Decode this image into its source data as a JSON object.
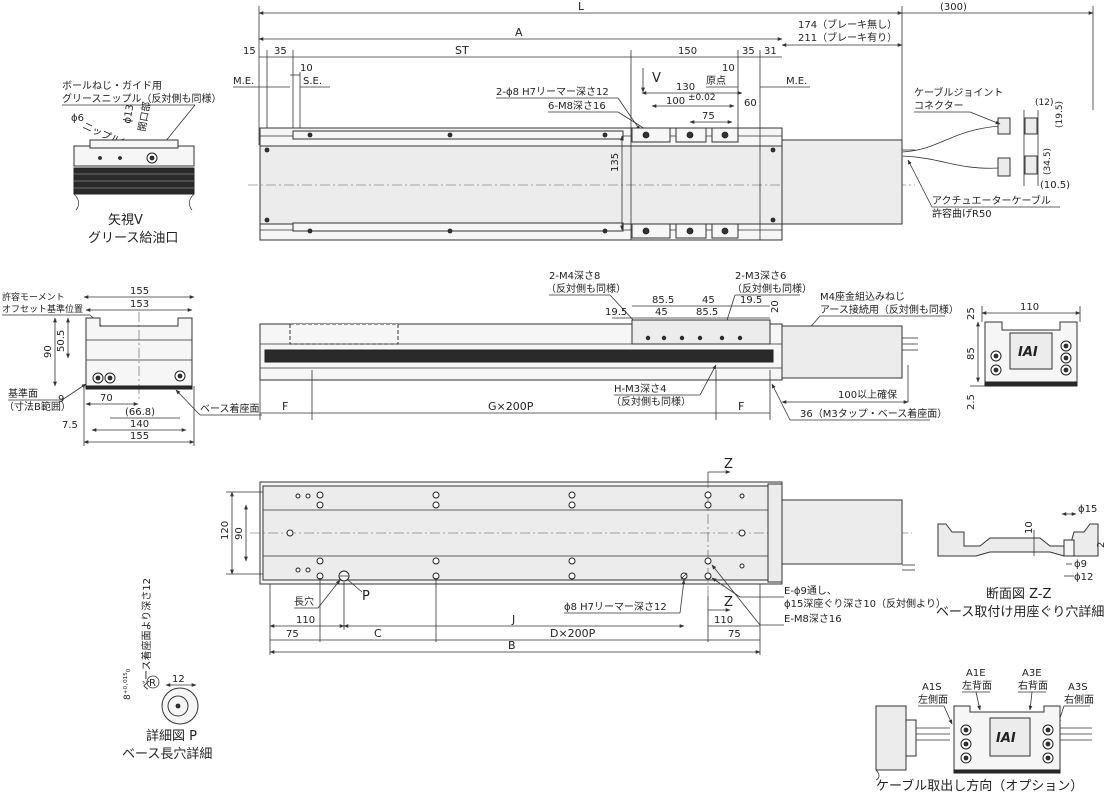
{
  "dims_top": {
    "L": "L",
    "A": "A",
    "ST": "ST",
    "d15": "15",
    "d35a": "35",
    "d10a": "10",
    "d150": "150",
    "d35b": "35",
    "d31": "31",
    "d10b": "10",
    "d130": "130",
    "d100": "100",
    "d100_tol": "±0.02",
    "d75": "75",
    "d60": "60",
    "d135": "135",
    "d300": "(300)",
    "brake_none": "174（ブレーキ無し）",
    "brake_with": "211（ブレーキ有り）",
    "me_left": "M.E.",
    "se": "S.E.",
    "me_right": "M.E.",
    "origin": "原点",
    "view_v": "V",
    "reamer": "2-ϕ8 H7リーマー深さ12",
    "m8": "6-M8深さ16",
    "d12": "(12)",
    "d19_5": "(19.5)",
    "d34_5": "(34.5)",
    "d10_5": "(10.5)",
    "cable_joint_1": "ケーブルジョイント",
    "cable_joint_2": "コネクター",
    "actuator_cable_1": "アクチュエーターケーブル",
    "actuator_cable_2": "許容曲げR50"
  },
  "view_v_detail": {
    "grease_1": "ボールねじ・ガイド用",
    "grease_2": "グリースニップル（反対側も同様）",
    "phi6": "ϕ6",
    "phi13": "ϕ13",
    "opening": "開口部",
    "nipple": "ニップル径",
    "title_1": "矢視V",
    "title_2": "グリース給油口"
  },
  "dims_side": {
    "m4": "2-M4深さ8",
    "m4_same": "（反対側も同様）",
    "m3": "2-M3深さ6",
    "m3_same": "（反対側も同様）",
    "d85_5a": "85.5",
    "d45a": "45",
    "d19_5a": "19.5",
    "d45b": "45",
    "d85_5b": "85.5",
    "d19_5b": "19.5",
    "d20": "20",
    "m4_screw_1": "M4座金組込みねじ",
    "m4_screw_2": "アース接続用（反対側も同様）",
    "hm3": "H-M3深さ4",
    "hm3_same": "（反対側も同様）",
    "secure": "100以上確保",
    "f_left": "F",
    "g200p": "G×200P",
    "f_right": "F",
    "m3_tap": "36（M3タップ・ベース着座面）"
  },
  "end_view_left": {
    "moment_1": "許容モーメント",
    "moment_2": "オフセット基準位置",
    "d155a": "155",
    "d153": "153",
    "d50_5": "50.5",
    "d90": "90",
    "ref_1": "基準面",
    "ref_2": "（寸法B範囲）",
    "d9": "9",
    "d70": "70",
    "d66_8": "(66.8)",
    "d7_5": "7.5",
    "d140": "140",
    "d155b": "155",
    "base_seat": "ベース着座面"
  },
  "end_view_right": {
    "d110": "110",
    "d25a": "25",
    "d85": "85",
    "d2_5": "2.5",
    "brand": "IAI"
  },
  "dims_bottom": {
    "z_top": "Z",
    "z_bottom": "Z",
    "d120": "120",
    "d90": "90",
    "slot": "長穴",
    "p": "P",
    "reamer": "ϕ8 H7リーマー深さ12",
    "e_hole_1": "E-ϕ9通し、",
    "e_hole_2": "ϕ15深座ぐり深さ10（反対側より）",
    "e_m8": "E-M8深さ16",
    "d110a": "110",
    "d75a": "75",
    "c": "C",
    "j": "J",
    "d200p": "D×200P",
    "d110b": "110",
    "d75b": "75",
    "b": "B"
  },
  "section_zz": {
    "phi15": "ϕ15",
    "d10": "10",
    "d2": "2",
    "phi9": "ϕ9",
    "phi12": "ϕ12",
    "title_1": "断面図 Z-Z",
    "title_2": "ベース取付け用座ぐり穴詳細"
  },
  "detail_p": {
    "tol": "8⁺⁰·⁰¹⁵₀",
    "depth": "ベース着座面より深さ12",
    "d12": "12",
    "r": "R",
    "title_1": "詳細図 P",
    "title_2": "ベース長穴詳細"
  },
  "cable_option": {
    "a1s": "A1S",
    "a1s_face": "左側面",
    "a1e": "A1E",
    "a1e_face": "左背面",
    "a3e": "A3E",
    "a3e_face": "右背面",
    "a3s": "A3S",
    "a3s_face": "右側面",
    "brand": "IAI",
    "title": "ケーブル取出し方向（オプション）"
  }
}
